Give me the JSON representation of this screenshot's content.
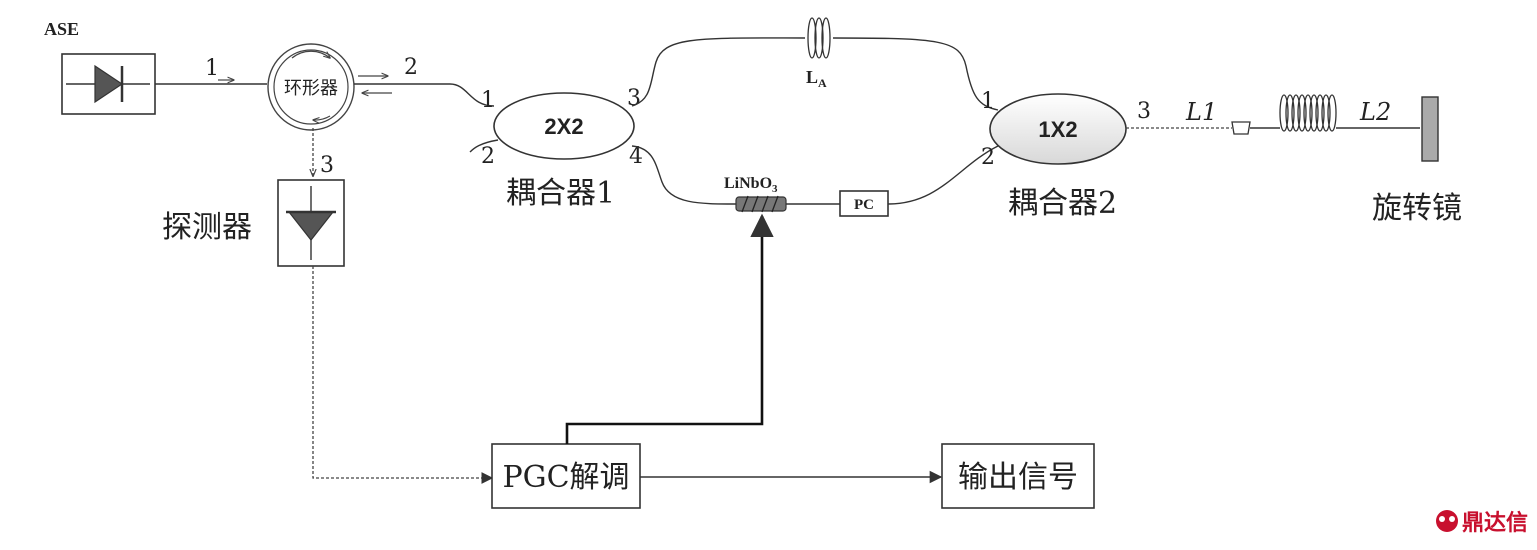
{
  "labels": {
    "ase": "ASE",
    "circulator": "环形器",
    "detector": "探测器",
    "coupler_2x2": "2X2",
    "coupler1": "耦合器1",
    "coupler_1x2": "1X2",
    "coupler2": "耦合器2",
    "la_main": "L",
    "la_sub": "A",
    "linbo3_main": "LiNbO",
    "linbo3_sub": "3",
    "pc": "PC",
    "l1": "L1",
    "l2": "L2",
    "mirror": "旋转镜",
    "pgc": "PGC解调",
    "output": "输出信号"
  },
  "ports": {
    "circ_1": "1",
    "circ_2": "2",
    "circ_3": "3",
    "c1_1": "1",
    "c1_2": "2",
    "c1_3": "3",
    "c1_4": "4",
    "c2_1": "1",
    "c2_2": "2",
    "c2_3": "3"
  },
  "watermark": "鼎达信",
  "colors": {
    "line": "#333333",
    "watermark": "#c8102e",
    "mirror_fill": "#aaaaaa"
  }
}
